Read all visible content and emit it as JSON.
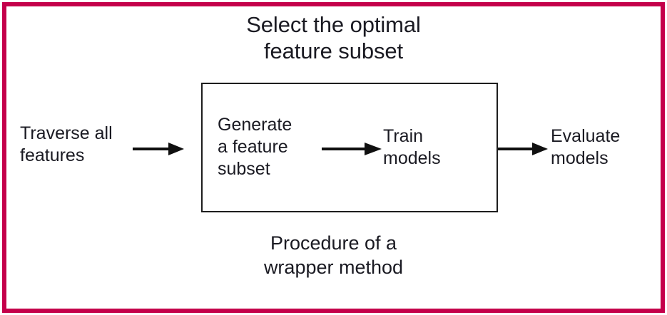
{
  "figure": {
    "title": "Select the optimal\nfeature subset",
    "caption": "Procedure of a\nwrapper method",
    "border_color": "#c4004a",
    "box_border_color": "#1d1d1d",
    "text_color": "#1a1a22",
    "background_color": "#ffffff"
  },
  "nodes": {
    "traverse": "Traverse all\nfeatures",
    "generate": "Generate\na feature\nsubset",
    "train": "Train\nmodels",
    "evaluate": "Evaluate\nmodels"
  },
  "arrows": [
    {
      "name": "traverse-to-generate",
      "from": "Traverse all features",
      "to": "Generate a feature subset",
      "direction": "right"
    },
    {
      "name": "generate-to-train",
      "from": "Generate a feature subset",
      "to": "Train models",
      "direction": "right"
    },
    {
      "name": "train-to-evaluate",
      "from": "Train models",
      "to": "Evaluate models",
      "direction": "right"
    }
  ]
}
